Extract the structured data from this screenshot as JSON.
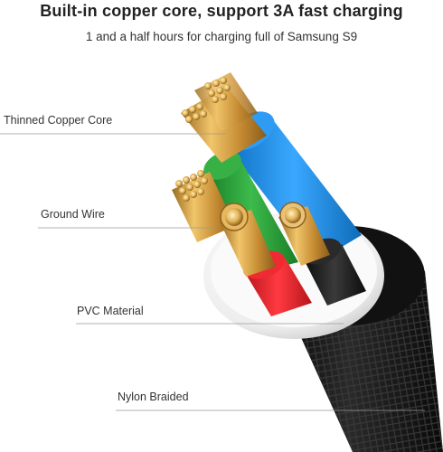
{
  "header": {
    "title": "Built-in copper core, support 3A fast charging",
    "subtitle": "1 and a half hours for charging full of Samsung S9"
  },
  "callouts": [
    {
      "label": "Thinned Copper Core"
    },
    {
      "label": "Ground Wire"
    },
    {
      "label": "PVC Material"
    },
    {
      "label": "Nylon Braided"
    }
  ],
  "colors": {
    "copper": "#d9a94a",
    "blue_insulation": "#1f8fe0",
    "green_insulation": "#2e9e3a",
    "red_insulation": "#e0202a",
    "black_insulation": "#1c1c1c",
    "pvc_sheath": "#f2f2f2",
    "nylon_braid": "#1a1a1a"
  }
}
